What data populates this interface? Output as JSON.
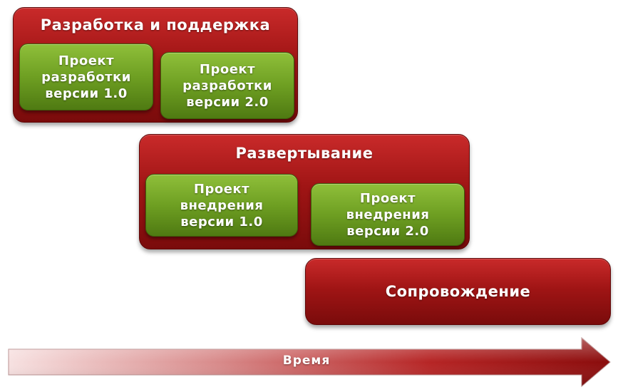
{
  "phases": {
    "development": {
      "title": "Разработка и поддержка",
      "projects": [
        "Проект\nразработки\nверсии 1.0",
        "Проект\nразработки\nверсии 2.0"
      ]
    },
    "deployment": {
      "title": "Развертывание",
      "projects": [
        "Проект\nвнедрения\nверсии 1.0",
        "Проект\nвнедрения\nверсии 2.0"
      ]
    },
    "maintenance": {
      "title": "Сопровождение"
    }
  },
  "timeline": {
    "label": "Время"
  },
  "colors": {
    "phase_red": "#a01515",
    "project_green": "#6e9f22",
    "arrow_light": "#f6dcdc",
    "arrow_dark": "#8a0c0c"
  }
}
